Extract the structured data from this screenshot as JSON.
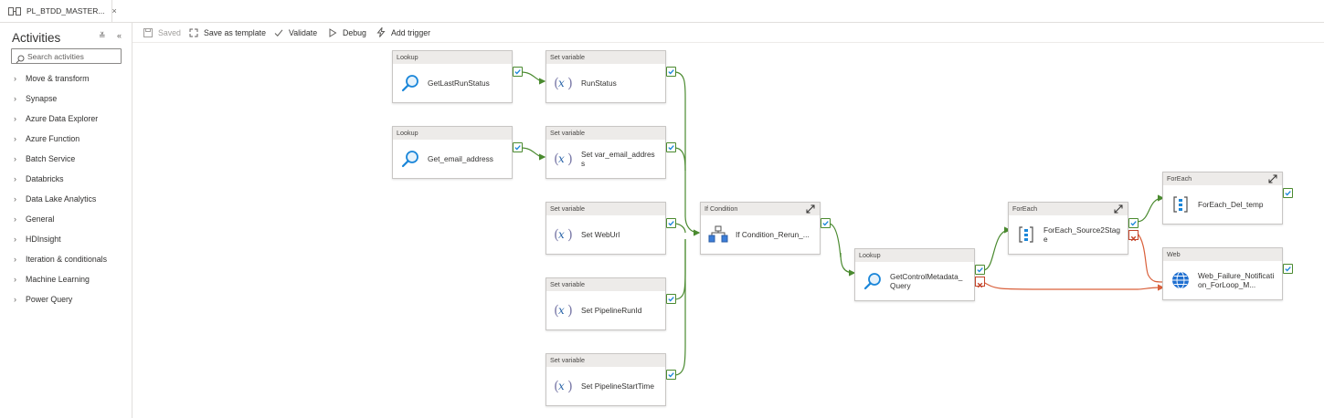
{
  "tab": {
    "title": "PL_BTDD_MASTER...",
    "close": "×"
  },
  "sidebar": {
    "title": "Activities",
    "collapse_controls": "≚ «",
    "search_placeholder": "Search activities",
    "categories": [
      "Move & transform",
      "Synapse",
      "Azure Data Explorer",
      "Azure Function",
      "Batch Service",
      "Databricks",
      "Data Lake Analytics",
      "General",
      "HDInsight",
      "Iteration & conditionals",
      "Machine Learning",
      "Power Query"
    ]
  },
  "toolbar": {
    "saved": "Saved",
    "save_template": "Save as template",
    "validate": "Validate",
    "debug": "Debug",
    "add_trigger": "Add trigger"
  },
  "nodes": [
    {
      "id": "n1",
      "type": "Lookup",
      "name": "GetLastRunStatus",
      "icon": "lookup-icon"
    },
    {
      "id": "n2",
      "type": "Lookup",
      "name": "Get_email_address",
      "icon": "lookup-icon"
    },
    {
      "id": "n3",
      "type": "Set variable",
      "name": "RunStatus",
      "icon": "variable-icon"
    },
    {
      "id": "n4",
      "type": "Set variable",
      "name": "Set var_email_address",
      "icon": "variable-icon"
    },
    {
      "id": "n5",
      "type": "Set variable",
      "name": "Set WebUrl",
      "icon": "variable-icon"
    },
    {
      "id": "n6",
      "type": "Set variable",
      "name": "Set PipelineRunId",
      "icon": "variable-icon"
    },
    {
      "id": "n7",
      "type": "Set variable",
      "name": "Set PipelineStartTime",
      "icon": "variable-icon"
    },
    {
      "id": "n8",
      "type": "If Condition",
      "name": "If Condition_Rerun_...",
      "icon": "if-condition-icon"
    },
    {
      "id": "n9",
      "type": "Lookup",
      "name": "GetControlMetadata_Query",
      "icon": "lookup-icon"
    },
    {
      "id": "n10",
      "type": "ForEach",
      "name": "ForEach_Source2Stage",
      "icon": "foreach-icon"
    },
    {
      "id": "n11",
      "type": "ForEach",
      "name": "ForEach_Del_temp",
      "icon": "foreach-icon"
    },
    {
      "id": "n12",
      "type": "Web",
      "name": "Web_Failure_Notification_ForLoop_M...",
      "icon": "web-globe-icon"
    }
  ],
  "colors": {
    "success": "#4a8a2f",
    "failure": "#d9603b",
    "accent": "#0078d4"
  }
}
